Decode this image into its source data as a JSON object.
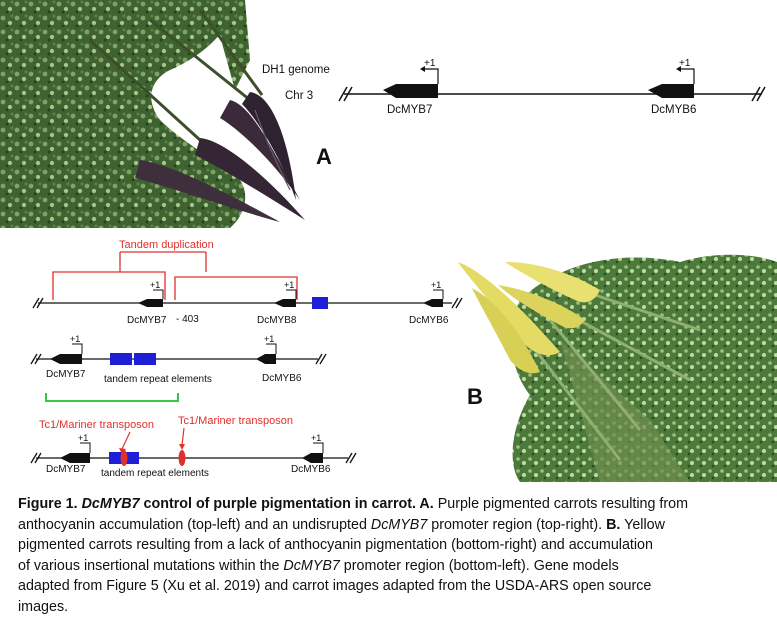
{
  "panel_a": {
    "genome_label": "DH1 genome",
    "chromosome_label": "Chr 3",
    "gene_left": "DcMYB7",
    "gene_right": "DcMYB6",
    "tss_label": "+1",
    "panel_letter": "A"
  },
  "panel_b": {
    "panel_letter": "B",
    "duplication_label": "Tandem duplication",
    "row1": {
      "gene1": "DcMYB7",
      "offset_label": "- 403",
      "gene2": "DcMYB8",
      "gene3": "DcMYB6",
      "tss_label": "+1"
    },
    "row2": {
      "gene1": "DcMYB7",
      "repeat_label": "tandem repeat elements",
      "gene2": "DcMYB6",
      "tss_label": "+1"
    },
    "row3": {
      "transposon_left": "Tc1/Mariner transposon",
      "transposon_right": "Tc1/Mariner transposon",
      "gene1": "DcMYB7",
      "repeat_label": "tandem repeat elements",
      "gene2": "DcMYB6",
      "tss_label": "+1"
    }
  },
  "caption": {
    "line1": {
      "fig": "Figure 1. ",
      "gene": "DcMYB7",
      "title": " control of purple pigmentation in carrot.",
      "a_letter": " A.",
      "rest": " Purple pigmented carrots resulting from"
    },
    "line2": {
      "pre": "anthocyanin accumulation (top-left) and an undisrupted ",
      "gene": "DcMYB7",
      "post": " promoter region (top-right). ",
      "b_letter": "B.",
      "rest": " Yellow"
    },
    "line3": "pigmented carrots resulting from a lack of anthocyanin pigmentation (bottom-right) and accumulation",
    "line4": {
      "pre": "of various insertional mutations within the ",
      "gene": "DcMYB7",
      "post": " promoter region (bottom-left). Gene models"
    },
    "line5": "adapted from Figure 5 (Xu et al. 2019) and carrot images adapted from the USDA-ARS open source",
    "line6": "images."
  },
  "colors": {
    "red": "#e0302d",
    "blue": "#1f1fd6",
    "green": "#22c02a",
    "leaf_dark": "#34562a",
    "leaf_light": "#8cae6a",
    "purple_root": "#3a2a38",
    "yellow_root": "#e5dc68"
  }
}
